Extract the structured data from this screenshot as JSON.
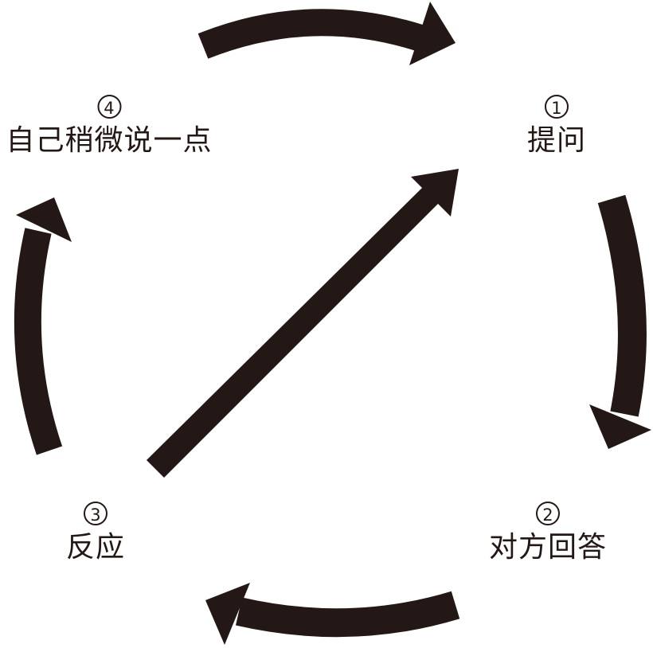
{
  "diagram": {
    "color": "#231815",
    "steps": [
      {
        "number": "1",
        "label": "提问"
      },
      {
        "number": "2",
        "label": "对方回答"
      },
      {
        "number": "3",
        "label": "反应"
      },
      {
        "number": "4",
        "label": "自己稍微说一点"
      }
    ]
  }
}
